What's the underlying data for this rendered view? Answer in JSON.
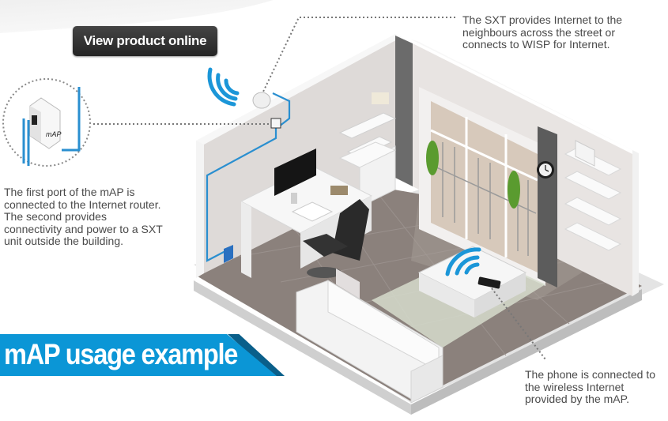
{
  "button": {
    "label": "View product online"
  },
  "captions": {
    "left": "The first port of the mAP is connected to the Internet router. The second provides connectivity and power to a SXT unit outside the building.",
    "top": "The SXT provides Internet to the neighbours across the street or connects to WISP for Internet.",
    "bottom": "The phone is connected to the wireless Internet provided by the mAP."
  },
  "banner": {
    "title": "mAP usage example"
  },
  "device_label": "mAP",
  "colors": {
    "accent_blue": "#0b96d6",
    "cable_blue": "#2a8fd0",
    "floor": "#8a7f7a",
    "wall": "#d9d4d2",
    "button_bg": "#2b2b2b"
  }
}
